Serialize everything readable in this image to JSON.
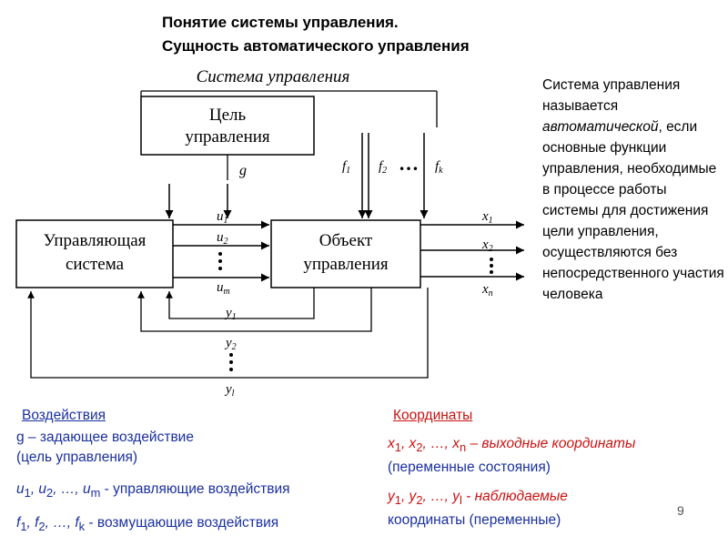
{
  "title": {
    "line1": "Понятие системы управления.",
    "line2": "Сущность автоматического управления"
  },
  "definition": {
    "part1": "Система управления называется ",
    "italic": "автоматической",
    "part2": ", если основные функции управления, необходимые в процессе работы системы для достижения цели управления, осуществляются без непосредственного участия человека"
  },
  "diagram": {
    "caption": "Система управления",
    "goal_box": "Цель управления",
    "controller_box": "Управляющая система",
    "object_box": "Объект управления",
    "g": "g",
    "u1": "u",
    "u1_sub": "1",
    "u2": "u",
    "u2_sub": "2",
    "um": "u",
    "um_sub": "m",
    "f1": "f",
    "f1_sub": "1",
    "f2": "f",
    "f2_sub": "2",
    "fk": "f",
    "fk_sub": "k",
    "x1": "x",
    "x1_sub": "1",
    "x2": "x",
    "x2_sub": "2",
    "xn": "x",
    "xn_sub": "n",
    "y1": "y",
    "y1_sub": "1",
    "y2": "y",
    "y2_sub": "2",
    "yl": "y",
    "yl_sub": "l",
    "dots": "…"
  },
  "influences": {
    "header": "Воздействия",
    "g_line1": "g – задающее воздействие",
    "g_line2": "(цель управления)",
    "u_a": "u",
    "u_s1": "1",
    "u_b": ", u",
    "u_s2": "2",
    "u_c": ", …, u",
    "u_sm": "m",
    "u_text": " - управляющие воздействия",
    "f_a": "f",
    "f_s1": "1",
    "f_b": ", f",
    "f_s2": "2",
    "f_c": ", …, f",
    "f_sk": "k",
    "f_text": " - возмущающие воздействия"
  },
  "coordinates": {
    "header": "Координаты",
    "x_a": "x",
    "x_s1": "1",
    "x_b": ", x",
    "x_s2": "2",
    "x_c": ", …, x",
    "x_sn": "n",
    "x_text": " – выходные координаты",
    "x_line2": "(переменные состояния)",
    "y_a": "y",
    "y_s1": "1",
    "y_b": ", y",
    "y_s2": "2",
    "y_c": ", …, y",
    "y_sl": "l",
    "y_text": " - наблюдаемые",
    "y_line2": "координаты (переменные)"
  },
  "page_number": "9"
}
